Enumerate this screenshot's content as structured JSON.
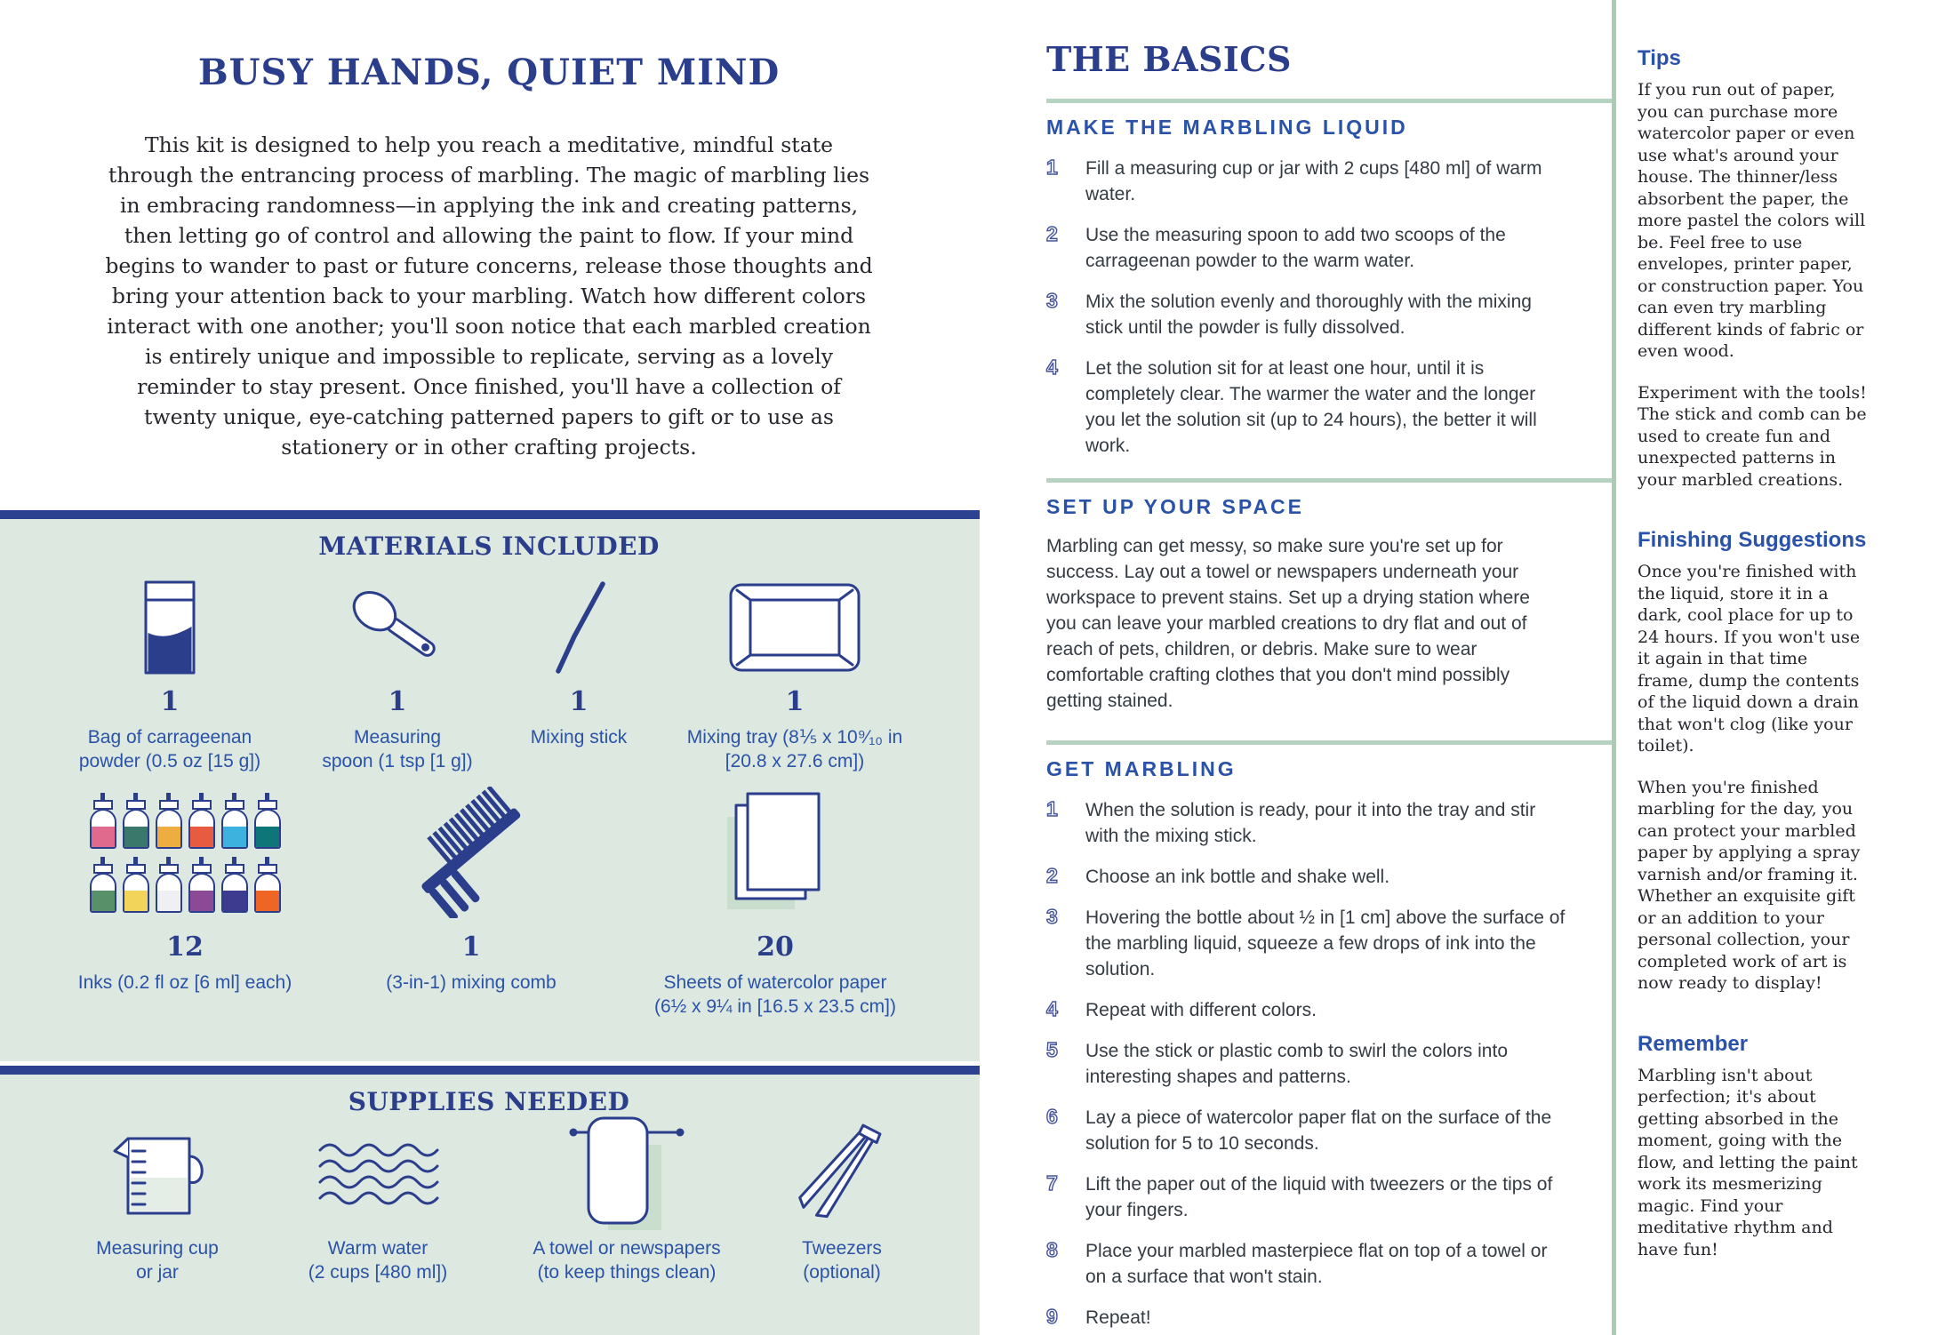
{
  "colors": {
    "navy_heading": "#2b3e8c",
    "blue_subheading": "#2a52a8",
    "panel_green": "#dde9e0",
    "sage_divider": "#abccb3",
    "accent_green": "#c9decd",
    "body_text": "#343b42"
  },
  "left": {
    "title": "BUSY HANDS, QUIET MIND",
    "intro": "This kit is designed to help you reach a meditative, mindful state through the entrancing process of marbling. The magic of marbling lies in embracing randomness—in applying the ink and creating patterns, then letting go of control and allowing the paint to flow. If your mind begins to wander to past or future concerns, release those thoughts and bring your attention back to your marbling. Watch how different colors interact with one another; you'll soon notice that each marbled creation is entirely unique and impossible to replicate, serving as a lovely reminder to stay present. Once finished, you'll have a collection of twenty unique, eye-catching patterned papers to gift or to use as stationery or in other crafting projects."
  },
  "materials": {
    "heading": "MATERIALS INCLUDED",
    "items": [
      {
        "count": "1",
        "label": "Bag of carrageenan\npowder (0.5 oz [15 g])",
        "icon": "powder-bag-icon"
      },
      {
        "count": "1",
        "label": "Measuring\nspoon (1 tsp [1 g])",
        "icon": "measuring-spoon-icon"
      },
      {
        "count": "1",
        "label": "Mixing stick",
        "icon": "mixing-stick-icon"
      },
      {
        "count": "1",
        "label": "Mixing tray (8⅕ x 10⁹⁄₁₀ in\n[20.8 x 27.6 cm])",
        "icon": "mixing-tray-icon"
      },
      {
        "count": "12",
        "label": "Inks (0.2 fl oz [6 ml] each)",
        "icon": "ink-bottles-icon"
      },
      {
        "count": "1",
        "label": "(3-in-1) mixing comb",
        "icon": "mixing-comb-icon"
      },
      {
        "count": "20",
        "label": "Sheets of watercolor paper\n(6½ x 9¼ in [16.5 x 23.5 cm])",
        "icon": "paper-sheets-icon"
      }
    ]
  },
  "supplies": {
    "heading": "SUPPLIES NEEDED",
    "items": [
      {
        "label": "Measuring cup\nor jar",
        "icon": "measuring-cup-icon"
      },
      {
        "label": "Warm water\n(2 cups [480 ml])",
        "icon": "warm-water-icon"
      },
      {
        "label": "A towel or newspapers\n(to keep things clean)",
        "icon": "towel-icon"
      },
      {
        "label": "Tweezers\n(optional)",
        "icon": "tweezers-icon"
      }
    ]
  },
  "inks": {
    "colors": [
      "#e06a8e",
      "#39786a",
      "#edad41",
      "#e75b41",
      "#3eb2de",
      "#0e7679",
      "#579069",
      "#f3d45a",
      "#eef0f4",
      "#8c4a96",
      "#3c3b8f",
      "#ee6524"
    ]
  },
  "basics": {
    "title": "THE BASICS",
    "make": {
      "heading": "MAKE THE MARBLING LIQUID",
      "steps": [
        "Fill a measuring cup or jar with 2 cups [480 ml] of warm water.",
        "Use the measuring spoon to add two scoops of the carrageenan powder to the warm water.",
        "Mix the solution evenly and thoroughly with the mixing stick until the powder is fully dissolved.",
        "Let the solution sit for at least one hour, until it is completely clear. The warmer the water and the longer you let the solution sit (up to 24 hours), the better it will work."
      ]
    },
    "setup": {
      "heading": "SET UP YOUR SPACE",
      "body": "Marbling can get messy, so make sure you're set up for success. Lay out a towel or newspapers underneath your workspace to prevent stains. Set up a drying station where you can leave your marbled creations to dry flat and out of reach of pets, children, or debris. Make sure to wear comfortable crafting clothes that you don't mind possibly getting stained."
    },
    "marbling": {
      "heading": "GET MARBLING",
      "steps": [
        "When the solution is ready, pour it into the tray and stir with the mixing stick.",
        "Choose an ink bottle and shake well.",
        "Hovering the bottle about ½ in [1 cm] above the surface of the marbling liquid, squeeze a few drops of ink into the solution.",
        "Repeat with different colors.",
        "Use the stick or plastic comb to swirl the colors into interesting shapes and patterns.",
        "Lay a piece of watercolor paper flat on the surface of the solution for 5 to 10 seconds.",
        "Lift the paper out of the liquid with tweezers or the tips of your fingers.",
        "Place your marbled masterpiece flat on top of a towel or on a surface that won't stain.",
        "Repeat!"
      ]
    }
  },
  "sidebar": {
    "tips": {
      "heading": "Tips",
      "paragraphs": [
        "If you run out of paper, you can purchase more watercolor paper or even use what's around your house. The thinner/less absorbent the paper, the more pastel the colors will be. Feel free to use envelopes, printer paper, or construction paper. You can even try marbling different kinds of fabric or even wood.",
        "Experiment with the tools! The stick and comb can be used to create fun and unexpected patterns in your marbled creations."
      ]
    },
    "finishing": {
      "heading": "Finishing Suggestions",
      "paragraphs": [
        "Once you're finished with the liquid, store it in a dark, cool place for up to 24 hours. If you won't use it again in that time frame, dump the contents of the liquid down a drain that won't clog (like your toilet).",
        "When you're finished marbling for the day, you can protect your marbled paper by applying a spray varnish and/or framing it. Whether an exquisite gift or an addition to your personal collection, your completed work of art is now ready to display!"
      ]
    },
    "remember": {
      "heading": "Remember",
      "paragraphs": [
        "Marbling isn't about perfection; it's about getting absorbed in the moment, going with the flow, and letting the paint work its mesmerizing magic. Find your meditative rhythm and have fun!"
      ]
    }
  }
}
